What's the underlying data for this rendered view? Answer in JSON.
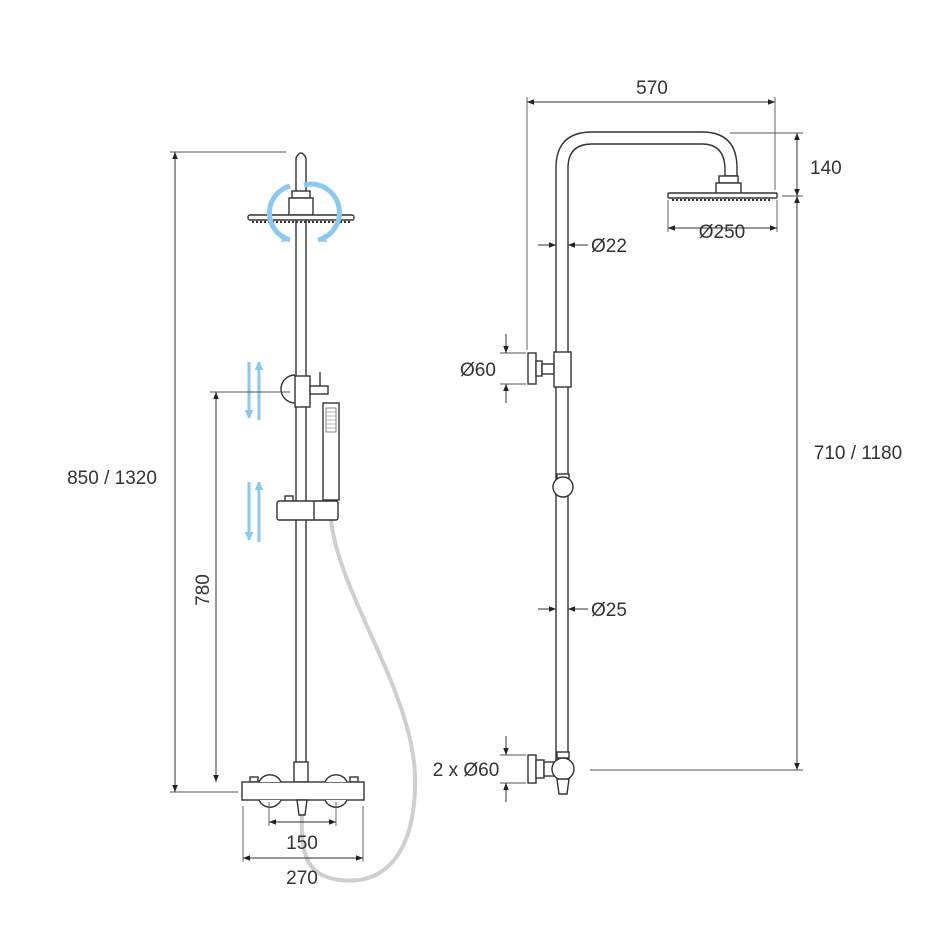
{
  "colors": {
    "line": "#333333",
    "accent": "#8cc8f0",
    "hose": "#cfcfcf"
  },
  "left_view": {
    "total_height": "850 / 1320",
    "slide_bar_height": "780",
    "knob_spacing": "150",
    "mixer_width": "270",
    "icons": [
      "rotate-arrows-icon",
      "slide-up-down-icon",
      "slide-up-down-icon"
    ]
  },
  "right_view": {
    "arm_reach": "570",
    "head_drop": "140",
    "pipe_diameter_top": "Ø22",
    "head_diameter": "Ø250",
    "upper_bracket": "Ø60",
    "column_height": "710 / 1180",
    "pipe_diameter_bottom": "Ø25",
    "lower_connectors": "2 x Ø60"
  }
}
